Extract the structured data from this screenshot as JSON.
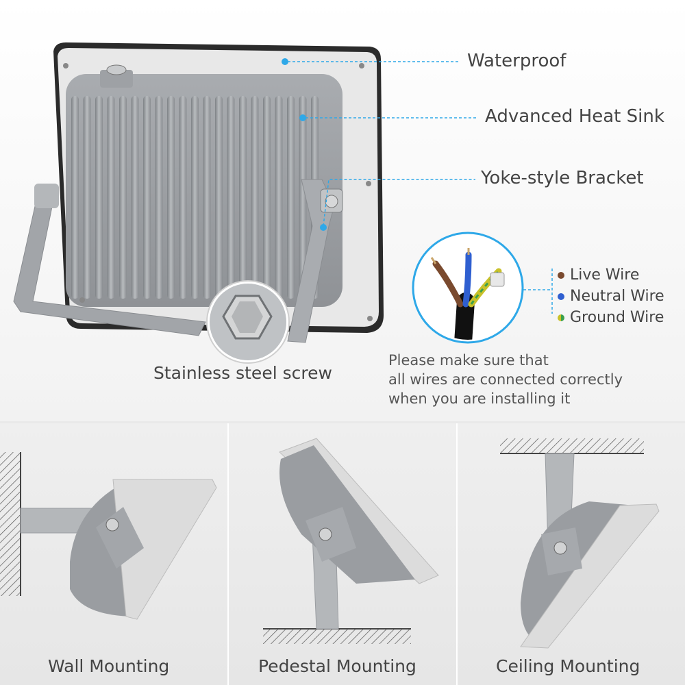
{
  "callouts": {
    "waterproof": "Waterproof",
    "heat_sink": "Advanced Heat Sink",
    "bracket": "Yoke-style Bracket",
    "screw": "Stainless steel screw"
  },
  "wires": {
    "items": [
      {
        "label": "Live Wire",
        "color": "#7a4a2e"
      },
      {
        "label": "Neutral Wire",
        "color": "#2f5fd0"
      },
      {
        "label": "Ground Wire",
        "color": "#c9c12a"
      }
    ],
    "note_lines": [
      "Please make sure that",
      "all wires are connected correctly",
      "when you are installing it"
    ]
  },
  "mounting": [
    {
      "label": "Wall Mounting"
    },
    {
      "label": "Pedestal Mounting"
    },
    {
      "label": "Ceiling Mounting"
    }
  ],
  "colors": {
    "accent": "#2ea8e8",
    "housing": "#9a9da1",
    "frame": "#e4e4e4"
  }
}
